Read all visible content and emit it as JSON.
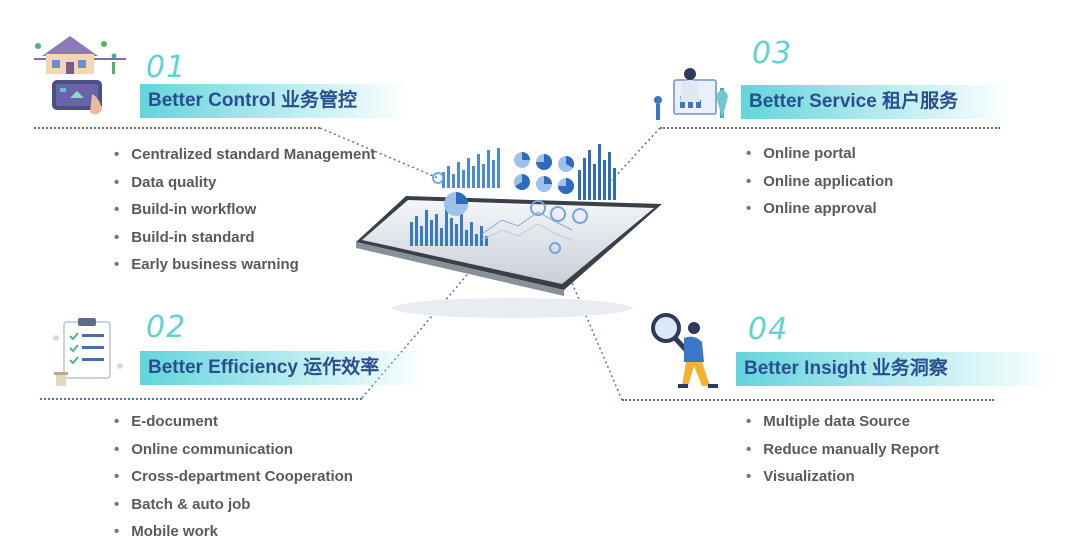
{
  "quadrants": [
    {
      "number": "01",
      "title": "Better Control 业务管控",
      "items": [
        "Centralized standard Management",
        "Data quality",
        "Build-in workflow",
        "Build-in standard",
        "Early business warning"
      ],
      "icon": "smart-home-icon"
    },
    {
      "number": "02",
      "title": "Better Efficiency 运作效率",
      "items": [
        "E-document",
        "Online communication",
        "Cross-department Cooperation",
        "Batch & auto job",
        "Mobile work"
      ],
      "icon": "clipboard-checklist-icon"
    },
    {
      "number": "03",
      "title": "Better Service 租户服务",
      "items": [
        "Online portal",
        "Online application",
        "Online approval"
      ],
      "icon": "person-dashboard-icon"
    },
    {
      "number": "04",
      "title": "Better Insight 业务洞察",
      "items": [
        "Multiple data Source",
        "Reduce  manually Report",
        "Visualization"
      ],
      "icon": "magnifier-person-icon"
    }
  ],
  "colors": {
    "accent": "#5ed3d3",
    "banner": "#62d5db",
    "title_text": "#2a4f8f",
    "connector": "#4f73b5",
    "chart_blue": "#3a78c8"
  },
  "center_icon": "tablet-analytics-icon"
}
